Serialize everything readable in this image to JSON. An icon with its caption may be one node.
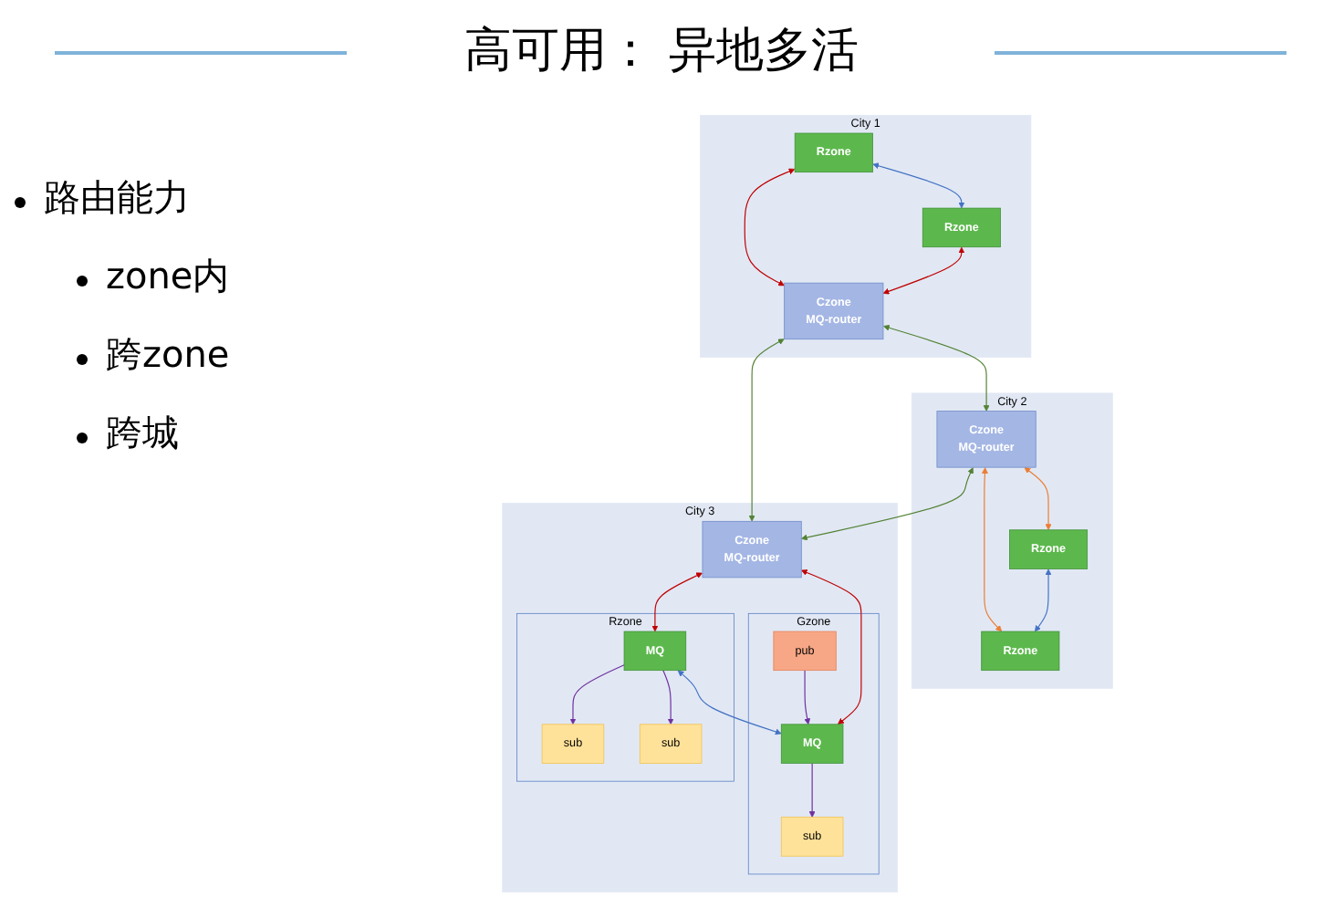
{
  "diagram": {
    "title": "高可用： 异地多活",
    "nodes": [
      {
        "text": [
          "City 1"
        ]
      },
      {
        "text": [
          "Rzone"
        ],
        "in": 0
      },
      {
        "text": [
          "Rzone"
        ],
        "in": 0
      },
      {
        "text": [
          "Czone",
          "MQ-router"
        ],
        "in": 0
      },
      {
        "text": [
          "City 2"
        ]
      },
      {
        "text": [
          "Czone",
          "MQ-router"
        ],
        "in": 4
      },
      {
        "text": [
          "Rzone"
        ],
        "in": 4
      },
      {
        "text": [
          "Rzone"
        ],
        "in": 4
      },
      {
        "text": [
          "City 3"
        ]
      },
      {
        "text": [
          "Gzone"
        ],
        "in": 8
      },
      {
        "text": [
          "sub"
        ],
        "in": 9
      },
      {
        "text": [
          "pub"
        ],
        "in": 9
      },
      {
        "text": [
          "MQ"
        ],
        "in": 9
      },
      {
        "text": [
          "Czone",
          "MQ-router"
        ],
        "in": 8
      },
      {
        "text": [
          "Rzone"
        ],
        "in": 8
      },
      {
        "text": [
          "MQ"
        ],
        "in": 14
      },
      {
        "text": [
          "sub"
        ],
        "in": 14
      },
      {
        "text": [
          "sub"
        ],
        "in": 14
      }
    ],
    "edges": [
      {
        "from": 1,
        "to": 2,
        "arrow": "both",
        "color": "#4472c4"
      },
      {
        "from": 1,
        "to": 3,
        "arrow": "both",
        "color": "#c00000"
      },
      {
        "from": 2,
        "to": 3,
        "arrow": "both",
        "color": "#c00000"
      },
      {
        "from": 3,
        "to": 5,
        "arrow": "both",
        "color": "#548235"
      },
      {
        "from": 3,
        "to": 13,
        "arrow": "both",
        "color": "#548235"
      },
      {
        "from": 5,
        "to": 13,
        "arrow": "both",
        "color": "#548235"
      },
      {
        "from": 5,
        "to": 6,
        "arrow": "both",
        "color": "#ed7d31"
      },
      {
        "from": 5,
        "to": 7,
        "arrow": "both",
        "color": "#ed7d31"
      },
      {
        "from": 6,
        "to": 7,
        "arrow": "both",
        "color": "#4472c4"
      },
      {
        "from": 11,
        "to": 12,
        "arrow": "to",
        "color": "#7030a0"
      },
      {
        "from": 12,
        "to": 10,
        "arrow": "to",
        "color": "#7030a0"
      },
      {
        "from": 12,
        "to": 13,
        "arrow": "both",
        "color": "#c00000"
      },
      {
        "from": 13,
        "to": 15,
        "arrow": "both",
        "color": "#c00000"
      },
      {
        "from": 15,
        "to": 12,
        "arrow": "both",
        "color": "#4472c4"
      },
      {
        "from": 15,
        "to": 16,
        "arrow": "to",
        "color": "#7030a0"
      },
      {
        "from": 15,
        "to": 17,
        "arrow": "to",
        "color": "#7030a0"
      }
    ],
    "labels": [
      "路由能力",
      "zone内",
      "跨zone",
      "跨城"
    ]
  }
}
